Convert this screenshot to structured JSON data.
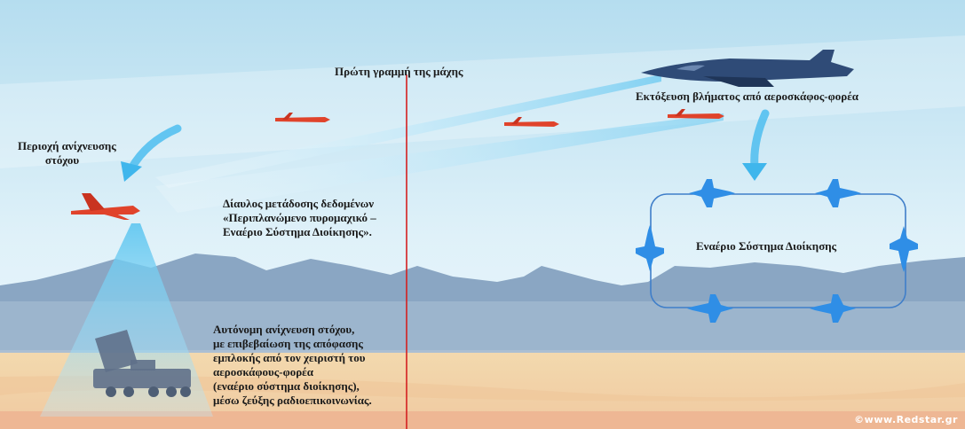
{
  "labels": {
    "front_line": "Πρώτη γραμμή της μάχης",
    "launch": "Εκτόξευση βλήματος από αεροσκάφος-φορέα",
    "detection_area_line1": "Περιοχή ανίχνευσης",
    "detection_area_line2": "στόχου",
    "datalink_line1": "Δίαυλος μετάδοσης δεδομένων",
    "datalink_line2": "«Περιπλανώμενο πυρομαχικό –",
    "datalink_line3": "Εναέριο Σύστημα Διοίκησης».",
    "airborne_command": "Εναέριο Σύστημα Διοίκησης",
    "autonomous_line1": "Αυτόνομη ανίχνευση στόχου,",
    "autonomous_line2": "με επιβεβαίωση της απόφασης",
    "autonomous_line3": "εμπλοκής από τον χειριστή του",
    "autonomous_line4": "αεροσκάφους-φορέα",
    "autonomous_line5": "(εναέριο σύστημα διοίκησης),",
    "autonomous_line6": "μέσω ζεύξης ραδιοεπικοινωνίας."
  },
  "credit": "©www.Redstar.gr",
  "colors": {
    "sky_top": "#bfe3f2",
    "sky_bottom": "#e8f5fb",
    "mountains_far": "#7f9fbf",
    "ground_blue": "#9ab4cc",
    "sand": "#f0d3a4",
    "front_line": "#d42020",
    "munition": "#e0432b",
    "jet_dark": "#2f4b77",
    "fighter": "#2f8ee6",
    "loop": "#3f7ec9",
    "beam": "#8fd6f5"
  }
}
